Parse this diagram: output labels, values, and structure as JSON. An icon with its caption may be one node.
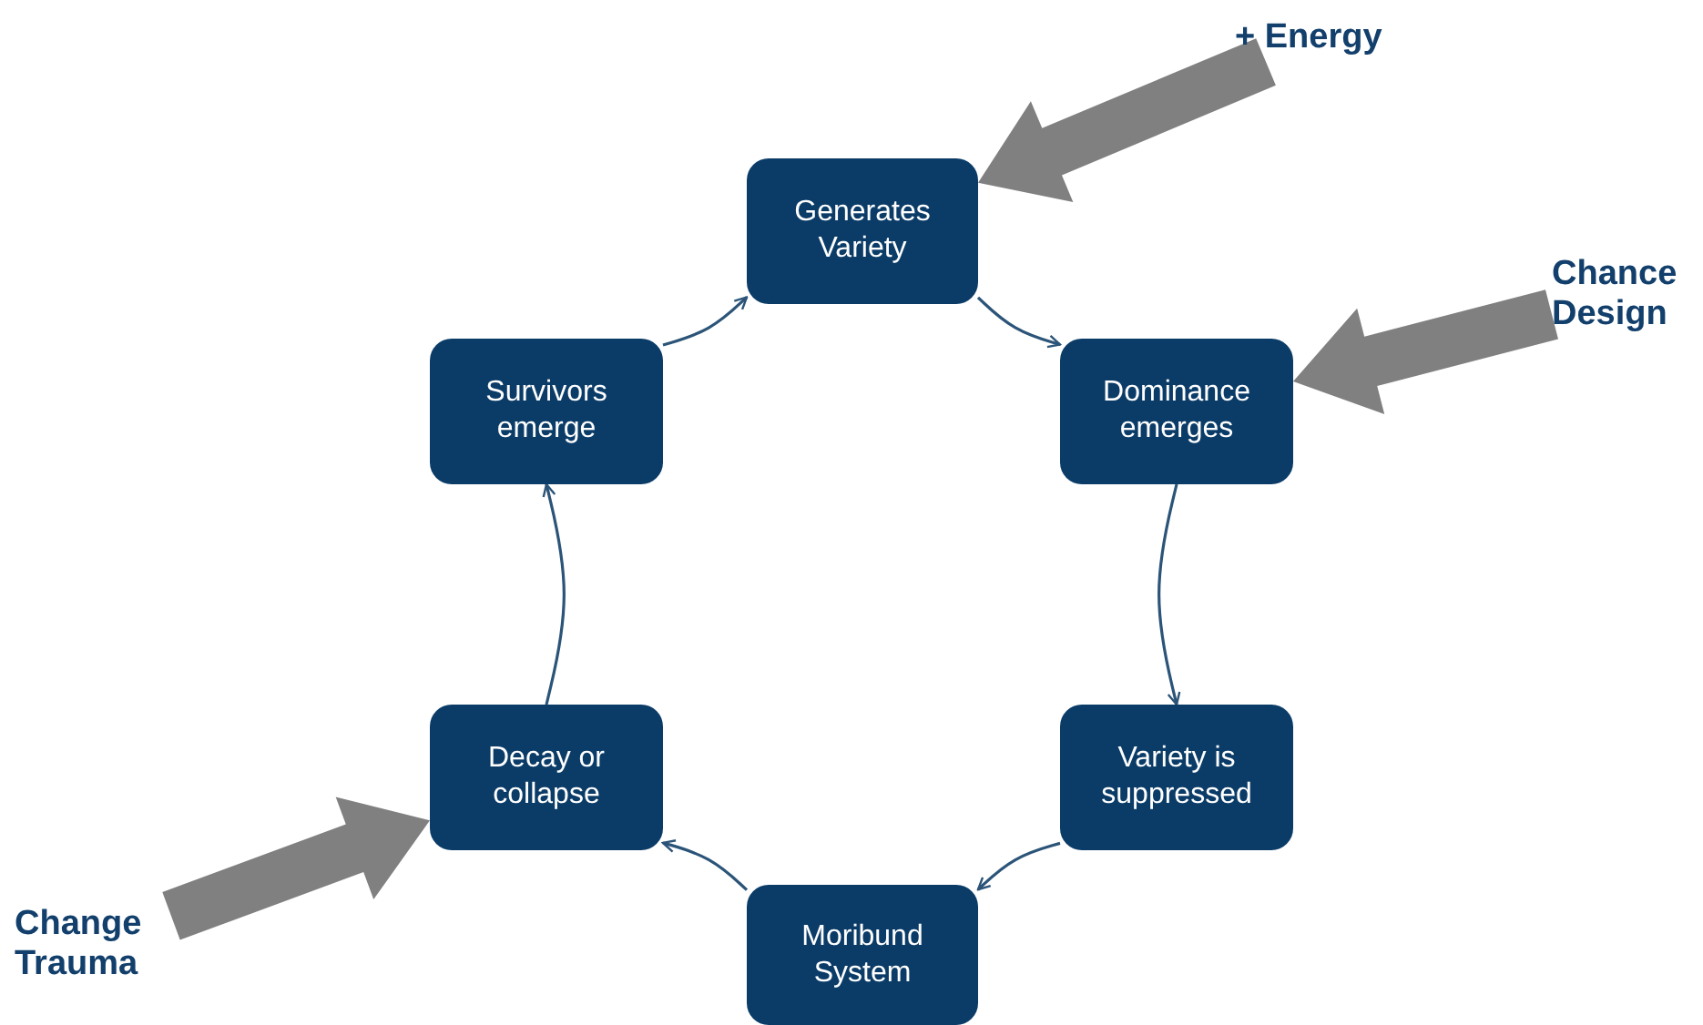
{
  "diagram": {
    "nodes": [
      {
        "text": [
          "Generates Variety"
        ]
      },
      {
        "text": [
          "Dominance emerges"
        ]
      },
      {
        "text": [
          "Variety is suppressed"
        ]
      },
      {
        "text": [
          "Moribund System"
        ]
      },
      {
        "text": [
          "Decay or collapse"
        ]
      },
      {
        "text": [
          "Survivors emerge"
        ]
      },
      {
        "text": [
          "+ Energy"
        ]
      },
      {
        "text": [
          "Chance Design"
        ]
      },
      {
        "text": [
          "Change Trauma"
        ]
      }
    ],
    "edges": [
      {
        "from": 0,
        "to": 1,
        "arrow": "to"
      },
      {
        "from": 1,
        "to": 2,
        "arrow": "to"
      },
      {
        "from": 2,
        "to": 3,
        "arrow": "to"
      },
      {
        "from": 3,
        "to": 4,
        "arrow": "to"
      },
      {
        "from": 4,
        "to": 5,
        "arrow": "to"
      },
      {
        "from": 5,
        "to": 0,
        "arrow": "to"
      },
      {
        "from": 6,
        "to": 0,
        "arrow": "to",
        "style": "thick",
        "color": "#808080"
      },
      {
        "from": 7,
        "to": 1,
        "arrow": "to",
        "style": "thick",
        "color": "#808080"
      },
      {
        "from": 8,
        "to": 4,
        "arrow": "to",
        "style": "thick",
        "color": "#808080"
      }
    ]
  }
}
